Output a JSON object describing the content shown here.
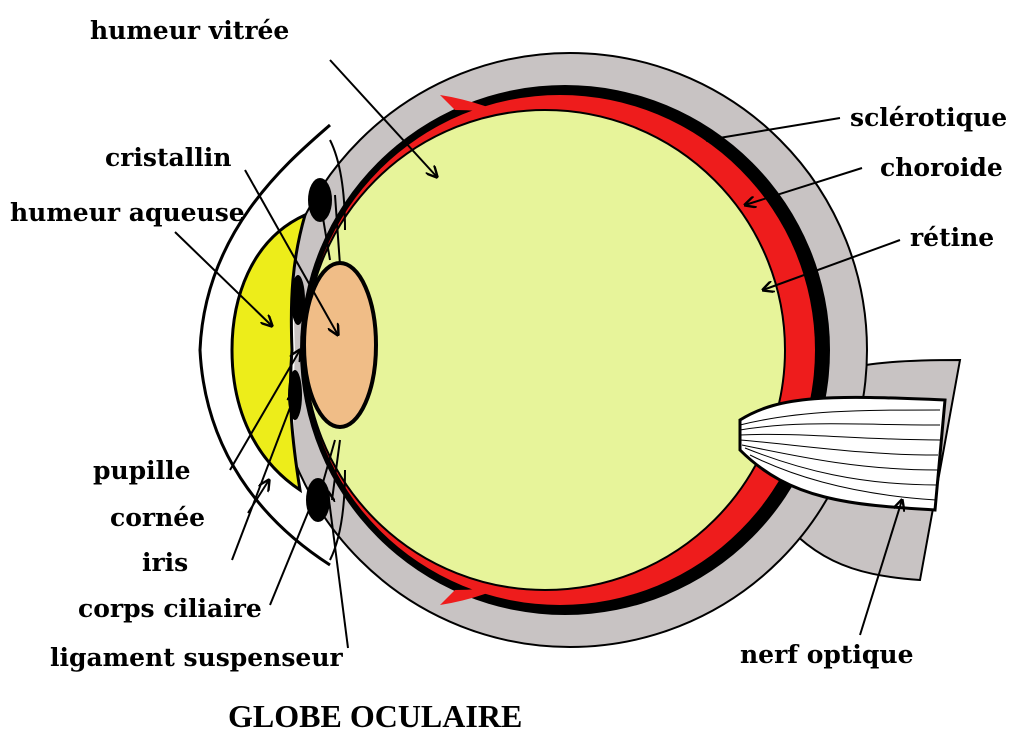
{
  "title": "GLOBE OCULAIRE",
  "labels": {
    "humeur_vitree": "humeur vitrée",
    "cristallin": "cristallin",
    "humeur_aqueuse": "humeur aqueuse",
    "pupille": "pupille",
    "cornee": "cornée",
    "iris": "iris",
    "corps_ciliaire": "corps ciliaire",
    "ligament_suspenseur": "ligament suspenseur",
    "sclerotique": "sclérotique",
    "choroide": "choroide",
    "retine": "rétine",
    "nerf_optique": "nerf optique"
  },
  "colors": {
    "sclera": "#c8c3c3",
    "choroid": "#000000",
    "retina": "#ee1c1c",
    "vitreous": "#e7f49a",
    "aqueous": "#eded1a",
    "lens": "#f0bd87",
    "outline": "#000000"
  }
}
